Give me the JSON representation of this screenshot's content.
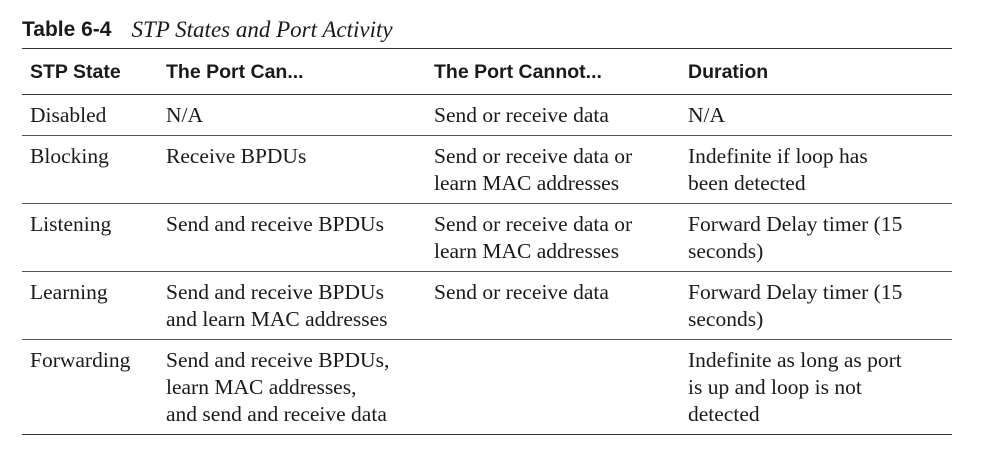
{
  "caption": {
    "number": "Table 6-4",
    "title": "STP States and Port Activity"
  },
  "table": {
    "headers": [
      "STP State",
      "The Port Can...",
      "The Port Cannot...",
      "Duration"
    ],
    "rows": [
      [
        "Disabled",
        "N/A",
        "Send or receive data",
        "N/A"
      ],
      [
        "Blocking",
        "Receive BPDUs",
        "Send or receive data or\nlearn MAC addresses",
        "Indefinite if loop has\nbeen detected"
      ],
      [
        "Listening",
        "Send and receive BPDUs",
        "Send or receive data or\nlearn MAC addresses",
        "Forward Delay timer (15\nseconds)"
      ],
      [
        "Learning",
        "Send and receive BPDUs\nand learn MAC addresses",
        "Send or receive data",
        "Forward Delay timer (15\nseconds)"
      ],
      [
        "Forwarding",
        "Send and receive BPDUs,\nlearn MAC addresses,\nand send and receive data",
        "",
        "Indefinite as long as port\nis up and loop is not\ndetected"
      ]
    ]
  }
}
